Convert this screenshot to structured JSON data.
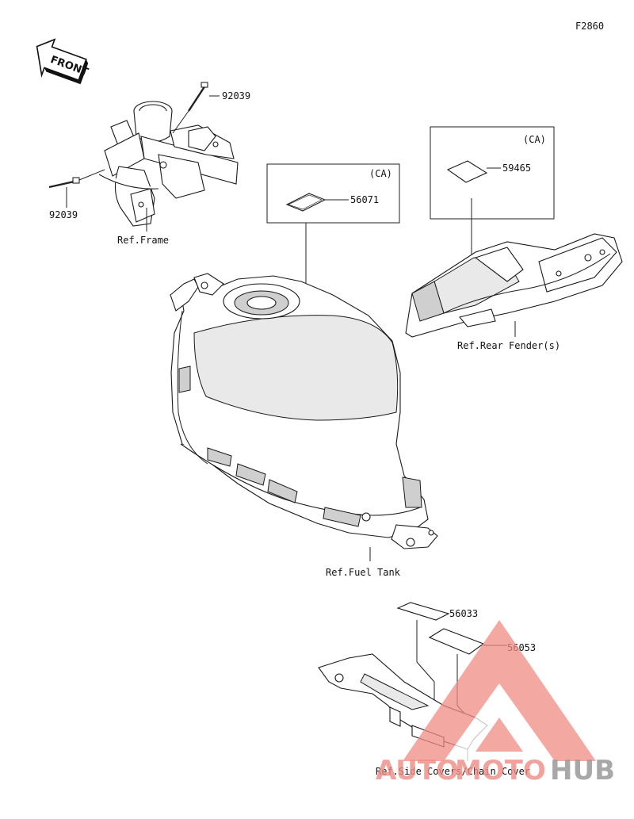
{
  "figure_code": "F2860",
  "front_indicator": "FRONT",
  "labels": {
    "bolt_upper": "92039",
    "bolt_lower": "92039",
    "ref_frame": "Ref.Frame",
    "box_tank_tag": "(CA)",
    "label_tank": "56071",
    "box_rear_tag": "(CA)",
    "label_rear": "59465",
    "ref_rear_fender": "Ref.Rear Fender(s)",
    "ref_fuel_tank": "Ref.Fuel Tank",
    "label_side_1": "56033",
    "label_side_2": "56053",
    "ref_side_covers": "Ref.Side Covers/Chain Cover"
  },
  "watermark": {
    "part1": "AUTO",
    "part2": "MOTO",
    "part3": "HUB",
    "color_red": "#f08c84",
    "color_gray": "#9a9a9a"
  },
  "icons": [
    "front-arrow-icon",
    "automotohub-logo-icon"
  ]
}
